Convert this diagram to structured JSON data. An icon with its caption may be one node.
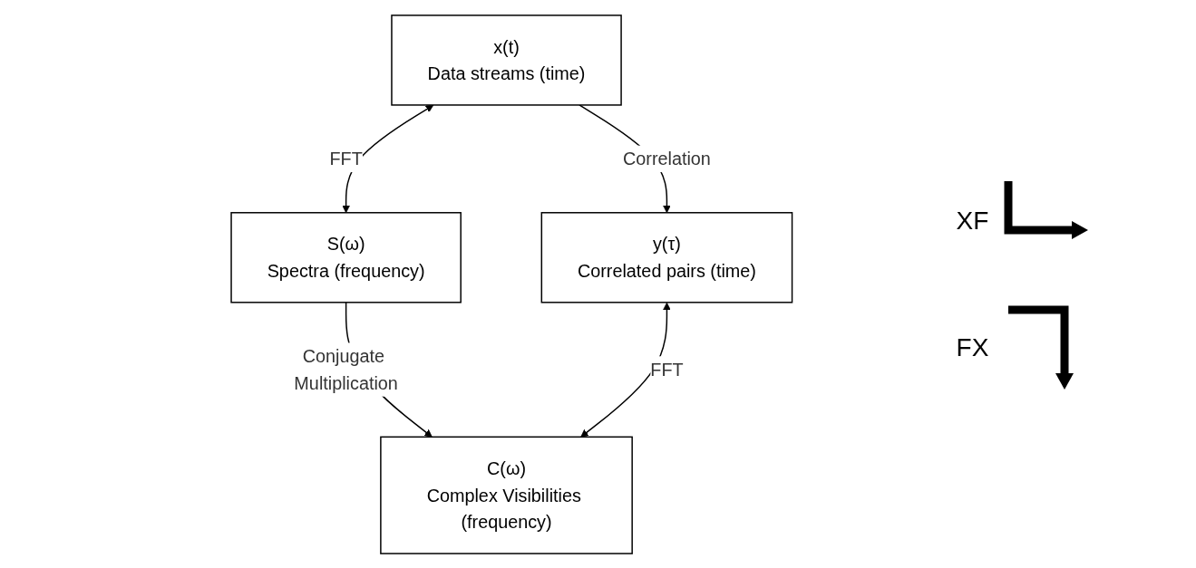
{
  "diagram": {
    "nodes": [
      {
        "text": [
          "x(t)",
          "Data streams (time)"
        ]
      },
      {
        "text": [
          "S(ω)",
          "Spectra (frequency)"
        ]
      },
      {
        "text": [
          "y(τ)",
          "Correlated pairs (time)"
        ]
      },
      {
        "text": [
          "C(ω)",
          "Complex Visibilities (frequency)"
        ]
      }
    ],
    "edges": [
      {
        "from": 0,
        "to": 1,
        "arrow": "both",
        "label": "FFT"
      },
      {
        "from": 0,
        "to": 2,
        "arrow": "to",
        "label": "Correlation"
      },
      {
        "from": 1,
        "to": 3,
        "arrow": "to",
        "label": "Conjugate Multiplication"
      },
      {
        "from": 2,
        "to": 3,
        "arrow": "both",
        "label": "FFT"
      }
    ],
    "labels": [
      "XF",
      "FX"
    ]
  }
}
